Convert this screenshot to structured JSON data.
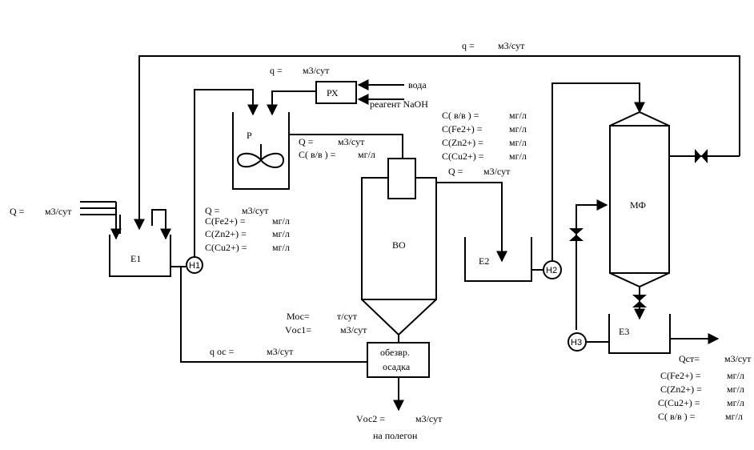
{
  "inputs": {
    "Q_in": "Q =",
    "Q_in_unit": "м3/сут",
    "water": "вода",
    "reagent": "реагент NaOH"
  },
  "units": {
    "E1": "Е1",
    "E2": "Е2",
    "E3": "Е3",
    "H1": "Н1",
    "H2": "Н2",
    "H3": "Н3",
    "R": "Р",
    "RX": "РХ",
    "VO": "ВО",
    "MF": "МФ",
    "sludge_line1": "обезвр.",
    "sludge_line2": "осадка"
  },
  "top_return": {
    "q": "q =",
    "unit": "м3/сут"
  },
  "reagent_flow": {
    "q": "q =",
    "unit": "м3/сут"
  },
  "reactor_out": {
    "Q": "Q =",
    "Q_unit": "м3/сут",
    "C_label": "С(  в/в  ) =",
    "C_unit": "мг/л"
  },
  "h1_out": {
    "Q": "Q =",
    "Q_unit": "м3/сут",
    "fe": "С(Fe2+) =",
    "zn": "С(Zn2+) =",
    "cu": "С(Cu2+) =",
    "unit": "мг/л"
  },
  "vo_out": {
    "C_vv": "С(  в/в  ) =",
    "fe": "С(Fe2+) =",
    "zn": "С(Zn2+) =",
    "cu": "С(Cu2+) =",
    "unit": "мг/л",
    "Q": "Q =",
    "Q_unit": "м3/сут"
  },
  "sludge": {
    "Moc": "Мос=",
    "Moc_unit": "т/сут",
    "Voc1": "Vос1=",
    "Voc1_unit": "м3/сут",
    "qoc": "q ос =",
    "qoc_unit": "м3/сут",
    "Voc2": "Vос2 =",
    "Voc2_unit": "м3/сут",
    "dest": "на полегон"
  },
  "output": {
    "Q": "Qст=",
    "Q_unit": "м3/сут",
    "fe": "С(Fe2+) =",
    "zn": "С(Zn2+) =",
    "cu": "С(Cu2+) =",
    "vv": "С(  в/в  ) =",
    "unit": "мг/л"
  }
}
